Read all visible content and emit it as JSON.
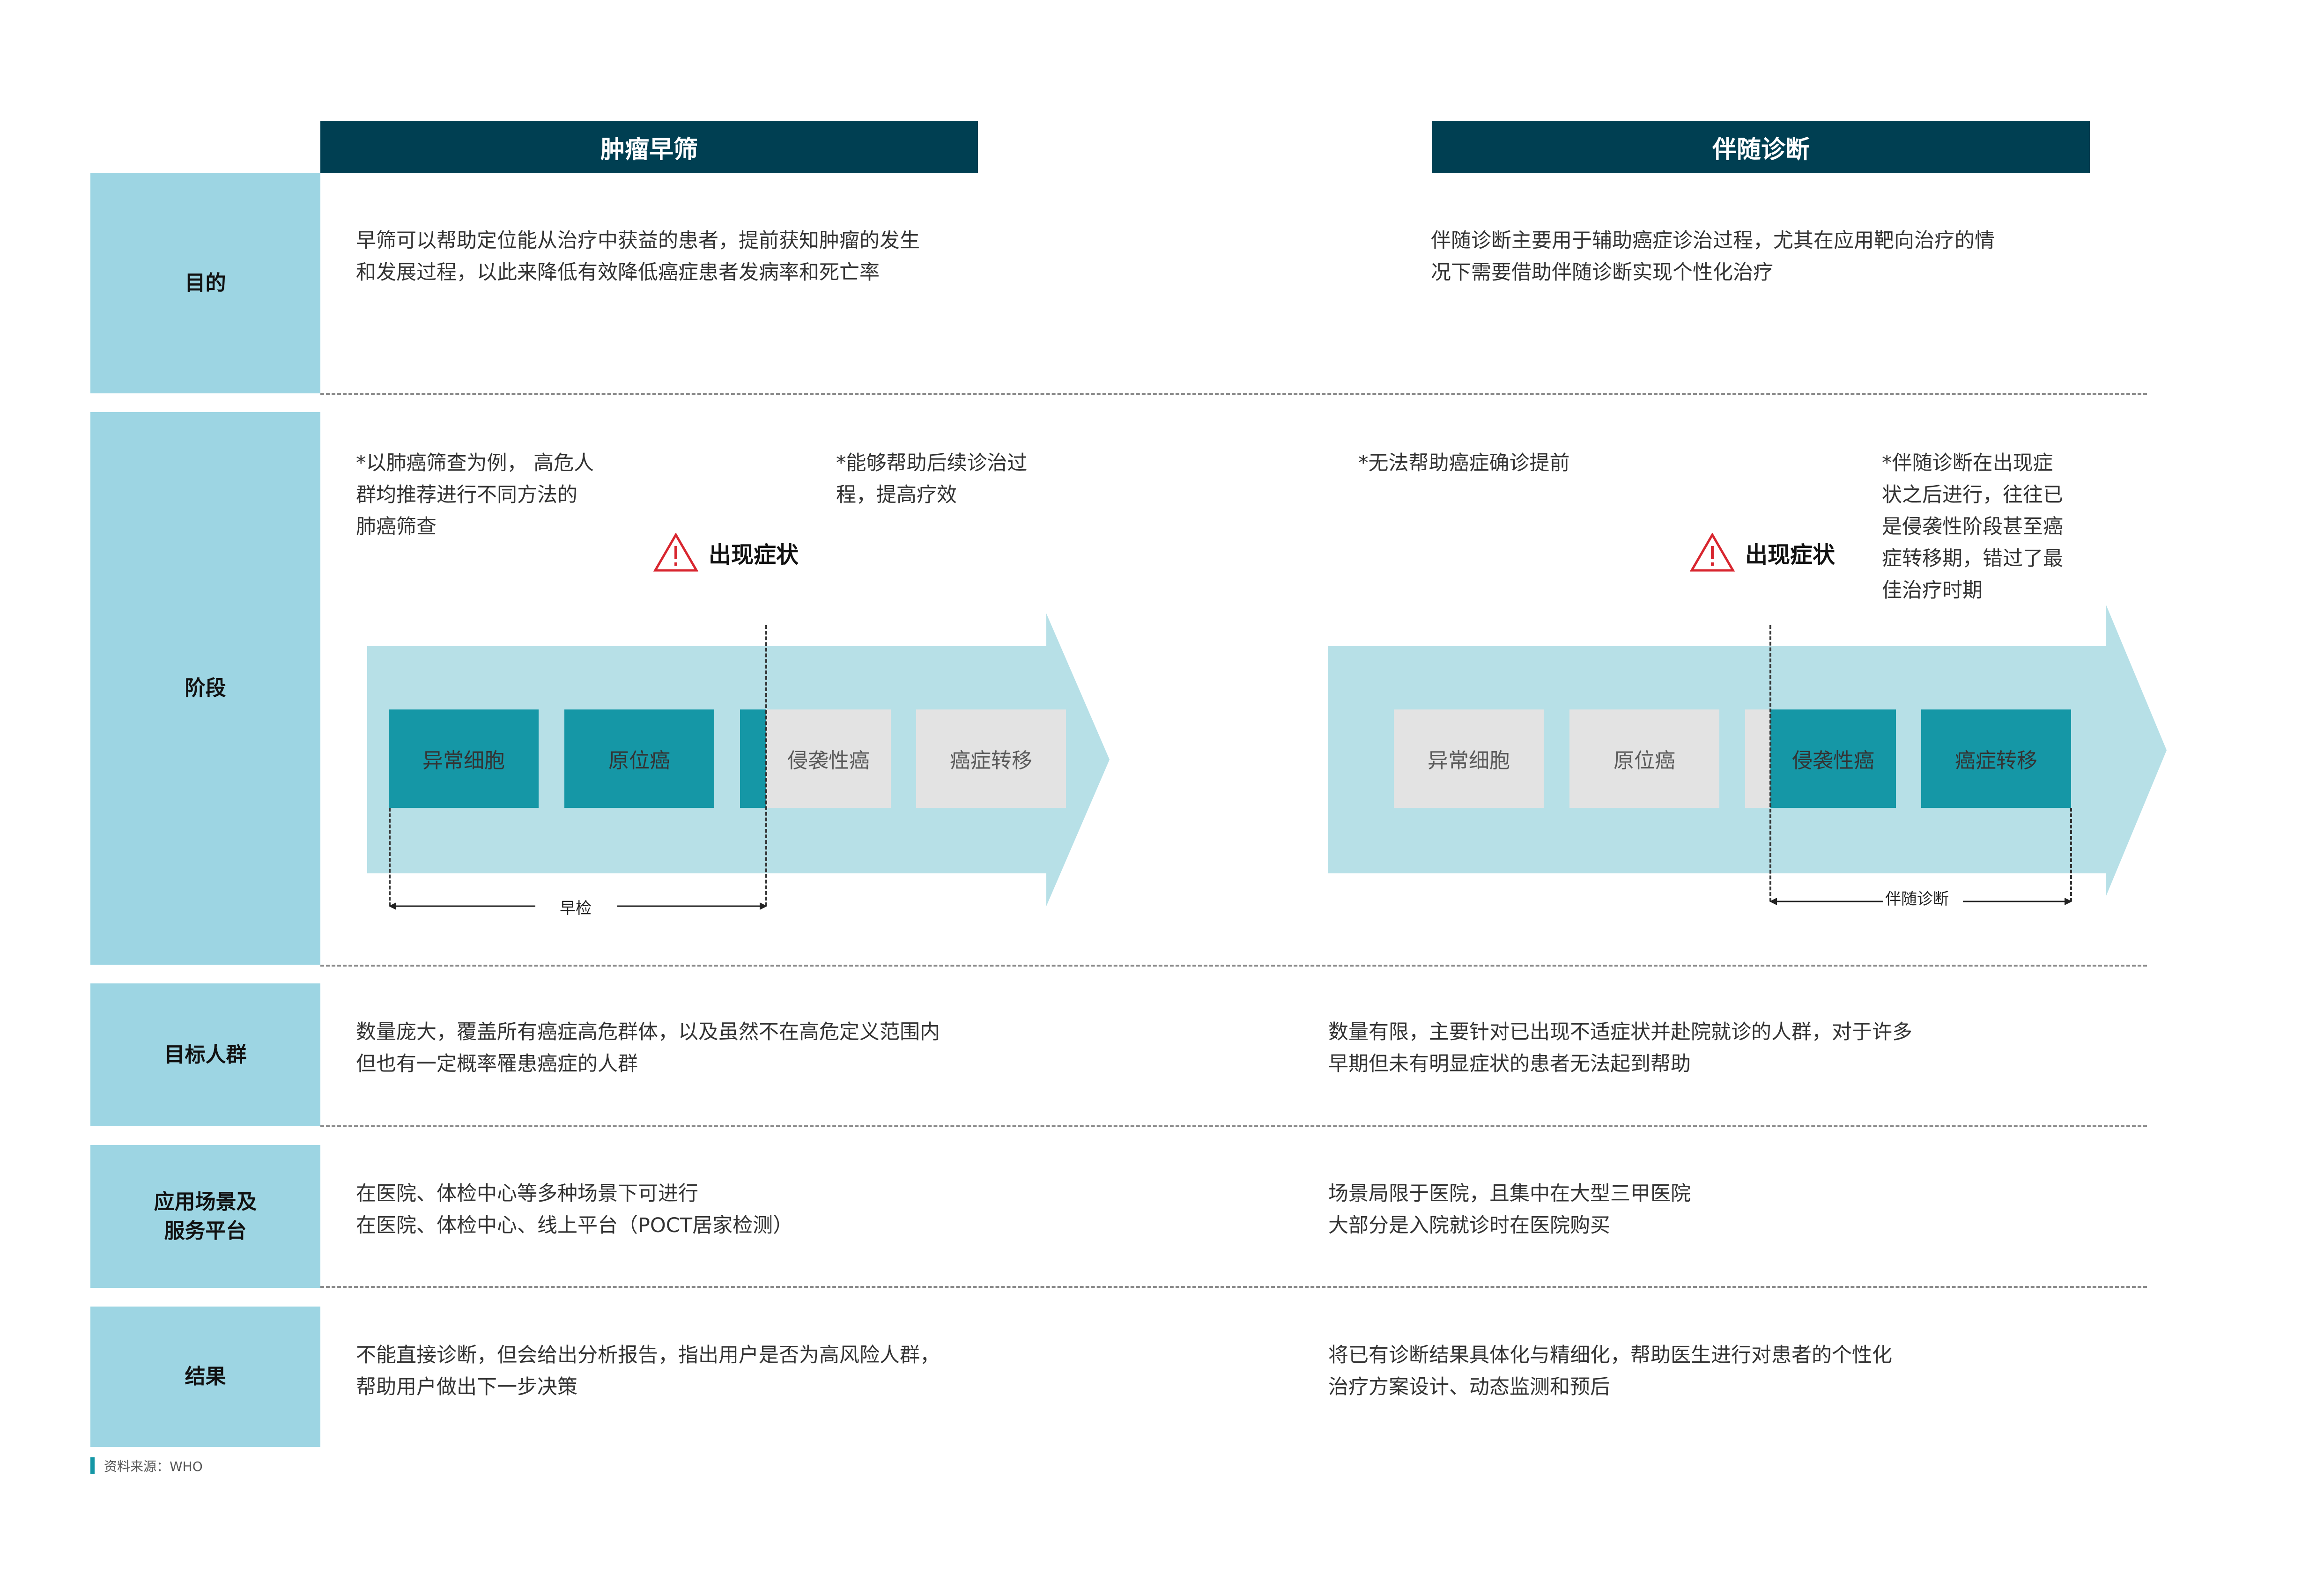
{
  "columns": {
    "left": {
      "header": "肿瘤早筛",
      "purpose": "早筛可以帮助定位能从治疗中获益的患者，提前获知肿瘤的发生\n和发展过程，以此来降低有效降低癌症患者发病率和死亡率",
      "stage_note_1": "*以肺癌筛查为例，  高危人\n群均推荐进行不同方法的\n肺癌筛查",
      "stage_note_2": "*能够帮助后续诊治过\n程，提高疗效",
      "symptom_label": "出现症状",
      "boxes": [
        "异常细胞",
        "原位癌",
        "侵袭性癌",
        "癌症转移"
      ],
      "span_label": "早检",
      "target": "数量庞大，覆盖所有癌症高危群体，以及虽然不在高危定义范围内\n但也有一定概率罹患癌症的人群",
      "scenario": "在医院、体检中心等多种场景下可进行\n在医院、体检中心、线上平台（POCT居家检测）",
      "result": "不能直接诊断，但会给出分析报告，指出用户是否为高风险人群，\n帮助用户做出下一步决策"
    },
    "right": {
      "header": "伴随诊断",
      "purpose": "伴随诊断主要用于辅助癌症诊治过程，尤其在应用靶向治疗的情\n况下需要借助伴随诊断实现个性化治疗",
      "stage_note_1": "*无法帮助癌症确诊提前",
      "stage_note_2": "*伴随诊断在出现症\n状之后进行，往往已\n是侵袭性阶段甚至癌\n症转移期，错过了最\n佳治疗时期",
      "symptom_label": "出现症状",
      "boxes": [
        "异常细胞",
        "原位癌",
        "侵袭性癌",
        "癌症转移"
      ],
      "span_label": "伴随诊断",
      "target": "数量有限，主要针对已出现不适症状并赴院就诊的人群，对于许多\n早期但未有明显症状的患者无法起到帮助",
      "scenario": "场景局限于医院，且集中在大型三甲医院\n大部分是入院就诊时在医院购买",
      "result": "将已有诊断结果具体化与精细化，帮助医生进行对患者的个性化\n治疗方案设计、动态监测和预后"
    }
  },
  "rows": {
    "purpose": "目的",
    "stage": "阶段",
    "target": "目标人群",
    "scenario": "应用场景及\n服务平台",
    "result": "结果"
  },
  "source": "资料来源：WHO",
  "colors": {
    "header_bg": "#003f52",
    "label_bg": "#9dd5e3",
    "arrow_bg": "#b7e0e7",
    "teal_box": "#1597a6",
    "grey_box": "#e3e3e3",
    "warning_red": "#d8262f"
  },
  "icons": [
    "warning-triangle-icon"
  ]
}
